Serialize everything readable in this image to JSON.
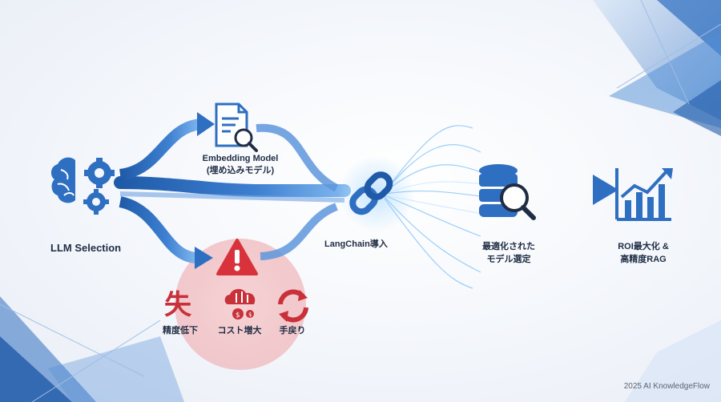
{
  "nodes": {
    "llm_selection": "LLM Selection",
    "embedding_model_line1": "Embedding Model",
    "embedding_model_line2": "(埋め込みモデル)",
    "langchain": "LangChain導入",
    "optimized_line1": "最適化された",
    "optimized_line2": "モデル選定",
    "roi_line1": "ROI最大化 &",
    "roi_line2": "高精度RAG"
  },
  "risks": [
    {
      "label": "精度低下",
      "icon": "accuracy-drop-icon"
    },
    {
      "label": "コスト増大",
      "icon": "cost-increase-icon"
    },
    {
      "label": "手戻り",
      "icon": "rework-icon"
    }
  ],
  "warning_icon": "warning-icon",
  "footer": "2025 AI KnowledgeFlow",
  "colors": {
    "primary_blue": "#2f6fc1",
    "light_blue": "#7fb0ea",
    "risk_red": "#d8333c",
    "risk_circle": "#f4c6c8",
    "text": "#1f2d44"
  }
}
